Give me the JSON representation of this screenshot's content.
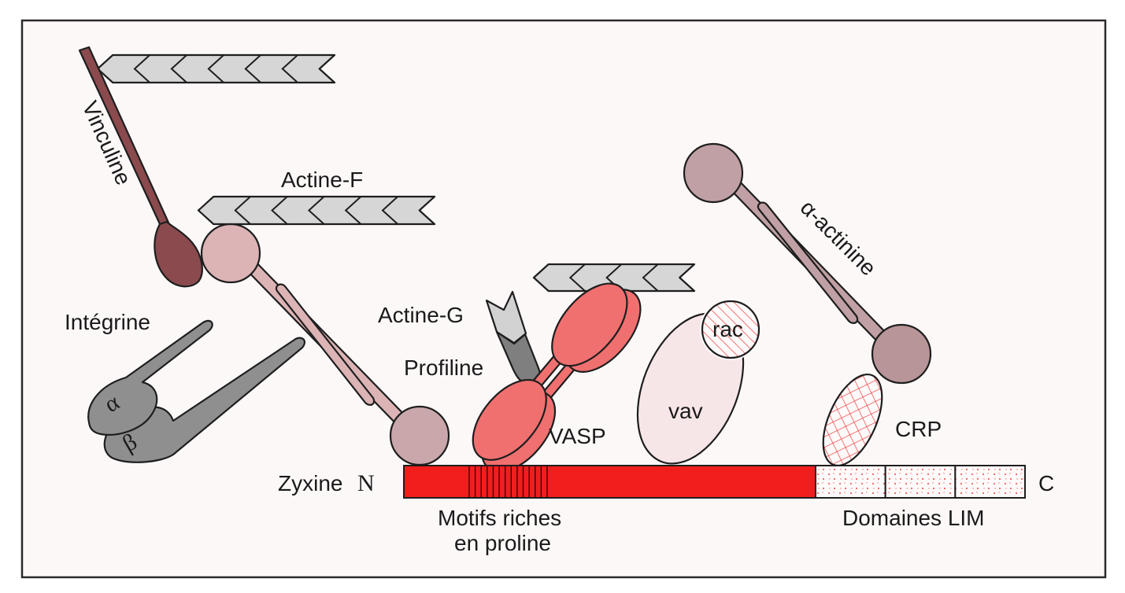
{
  "figure": {
    "type": "schematic",
    "subject": "Zyxine protein interactions at focal adhesions"
  },
  "labels": {
    "vinculine": "Vinculine",
    "actine_f": "Actine-F",
    "integrine": "Intégrine",
    "integrine_alpha": "α",
    "integrine_beta": "β",
    "actine_g": "Actine-G",
    "profiline": "Profiline",
    "vasp": "VASP",
    "rac": "rac",
    "vav": "vav",
    "alpha_actinine": "α-actinine",
    "crp": "CRP",
    "zyxine": "Zyxine",
    "n_terminus": "N",
    "c_terminus": "C",
    "motifs_line1": "Motifs riches",
    "motifs_line2": "en proline",
    "domaines_lim": "Domaines LIM"
  },
  "zyxine": {
    "lim_domain_count": 3,
    "proline_motif_stripes": 14
  },
  "filaments": [
    {
      "name": "top-actin-filament",
      "subunits": 6
    },
    {
      "name": "middle-actin-filament",
      "subunits": 6
    },
    {
      "name": "vasp-actin-filament",
      "subunits": 4
    }
  ],
  "colors": {
    "background": "#fdf8f8",
    "frame": "#2a2a2a",
    "zyxine_red": "#f21d1d",
    "vasp_red": "#f07070",
    "actin_grey": "#d6d6d6",
    "integrin_grey": "#8f8f8f",
    "profilin_grey": "#7f7f7f",
    "actinin_pink": "#dcb4b6",
    "actinin_mauve": "#c0a0a4",
    "vinculin_brown": "#8a4a4e",
    "vav_pink": "#f7e6e8",
    "hatch_red": "#f04545"
  }
}
